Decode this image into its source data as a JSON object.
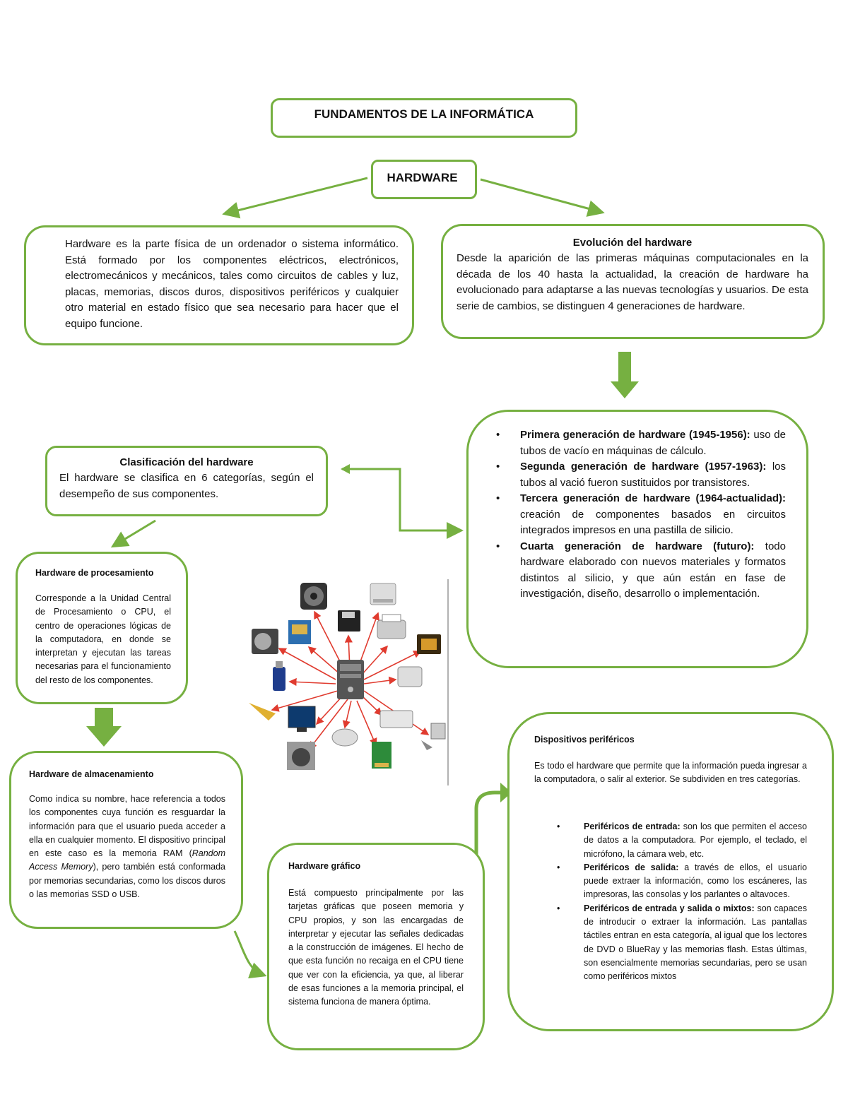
{
  "title": "FUNDAMENTOS DE LA INFORMÁTICA",
  "hardware_label": "HARDWARE",
  "definition": "Hardware es la parte física de un ordenador o sistema informático. Está formado por los componentes eléctricos, electrónicos, electromecánicos y mecánicos, tales como circuitos de cables y luz, placas, memorias, discos duros, dispositivos periféricos y cualquier otro material en estado físico que sea necesario para hacer que el equipo funcione.",
  "evolution": {
    "heading": "Evolución del hardware",
    "text": "Desde la aparición de las primeras máquinas computacionales en la década de los 40 hasta la actualidad, la creación de hardware ha evolucionado para adaptarse a las nuevas tecnologías y usuarios. De esta serie de cambios, se distinguen 4 generaciones de hardware."
  },
  "generations": [
    {
      "bold": "Primera generación de hardware (1945-1956):",
      "text": " uso de tubos de vacío en máquinas de cálculo."
    },
    {
      "bold": "Segunda generación de hardware (1957-1963):",
      "text": " los tubos al vació fueron sustituidos por transistores."
    },
    {
      "bold": "Tercera generación de hardware (1964-actualidad):",
      "text": " creación de componentes basados en circuitos integrados impresos en una pastilla de silicio."
    },
    {
      "bold": "Cuarta generación de hardware (futuro):",
      "text": " todo hardware elaborado con nuevos materiales y formatos distintos al silicio, y que aún están en fase de investigación, diseño, desarrollo o implementación."
    }
  ],
  "classification": {
    "heading": "Clasificación del hardware",
    "text": "El hardware se clasifica en 6 categorías, según el desempeño de sus componentes."
  },
  "processing": {
    "heading": "Hardware de procesamiento",
    "text": "Corresponde a la Unidad Central de Procesamiento o CPU, el centro de operaciones lógicas de la computadora, en donde se interpretan y ejecutan las tareas necesarias para el funcionamiento del resto de los componentes."
  },
  "storage": {
    "heading": "Hardware de almacenamiento",
    "text_1": "Como indica su nombre, hace referencia a todos los componentes cuya función es resguardar la información para que el usuario pueda acceder a ella en cualquier momento. El dispositivo principal en este caso es la memoria RAM (",
    "text_italic": "Random Access Memory",
    "text_2": "), pero también está conformada por memorias secundarias, como los discos duros o las memorias SSD o USB."
  },
  "graphics": {
    "heading": "Hardware gráfico",
    "text": "Está compuesto principalmente por las tarjetas gráficas que poseen memoria y CPU propios, y son las encargadas de interpretar y ejecutar las señales dedicadas a la construcción de imágenes. El hecho de que esta función no recaiga en el CPU tiene que ver con la eficiencia, ya que, al liberar de esas funciones a la memoria principal, el sistema funciona de manera óptima."
  },
  "peripherals": {
    "heading": "Dispositivos periféricos",
    "intro": "Es todo el hardware que permite que la información pueda ingresar a la computadora, o salir al exterior. Se subdividen en tres categorías.",
    "items": [
      {
        "bold": "Periféricos de entrada:",
        "text": " son los que permiten el acceso de datos a la computadora. Por ejemplo, el teclado, el micrófono, la cámara web, etc."
      },
      {
        "bold": "Periféricos de salida:",
        "text": " a través de ellos, el usuario puede extraer la información, como los escáneres, las impresoras, las consolas y los parlantes o altavoces."
      },
      {
        "bold": "Periféricos de entrada y salida o mixtos:",
        "text": " son capaces de introducir o extraer la información. Las pantallas táctiles entran en esta categoría, al igual que los lectores de DVD o BlueRay y las memorias flash. Estas últimas, son esencialmente memorias secundarias, pero se usan como periféricos mixtos"
      }
    ]
  },
  "colors": {
    "border": "#76b041",
    "arrow_red": "#e03b2f"
  },
  "image_icons": [
    "cpu-tower-icon",
    "fan-icon",
    "cd-drive-icon",
    "floppy-icon",
    "printer-icon",
    "chip-icon",
    "hard-disk-icon",
    "motherboard-icon",
    "usb-icon",
    "external-drive-icon",
    "cable-icon",
    "monitor-icon",
    "mouse-icon",
    "keyboard-icon",
    "network-port-icon",
    "power-supply-icon",
    "pci-card-icon",
    "plug-icon"
  ]
}
